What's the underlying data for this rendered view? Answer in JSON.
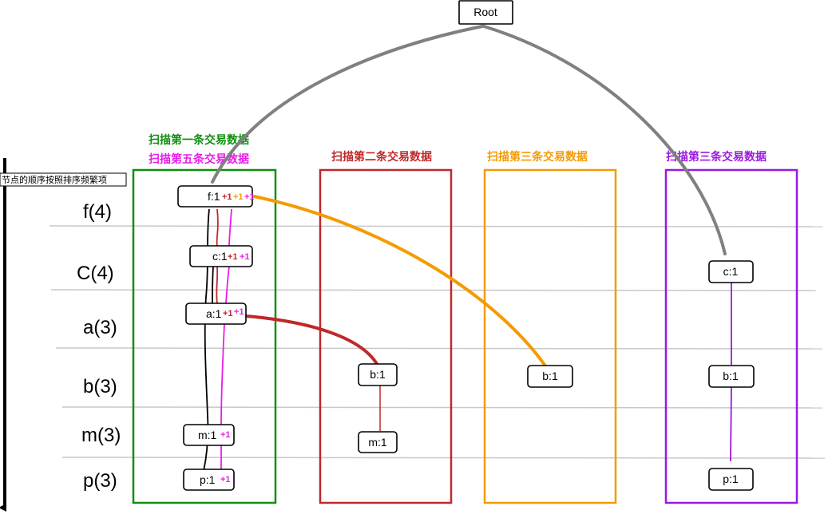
{
  "root_label": "Root",
  "axis_label": "节点的顺序按照排序频繁项",
  "row_labels": [
    "f(4)",
    "C(4)",
    "a(3)",
    "b(3)",
    "m(3)",
    "p(3)"
  ],
  "captions": {
    "green_1": "扫描第一条交易数据",
    "green_2": "扫描第五条交易数据",
    "red": "扫描第二条交易数据",
    "orange": "扫描第三条交易数据",
    "purple": "扫描第三条交易数据"
  },
  "nodes": {
    "f": "f:1",
    "c": "c:1",
    "a": "a:1",
    "m": "m:1",
    "p": "p:1",
    "red_b": "b:1",
    "red_m": "m:1",
    "orange_b": "b:1",
    "purple_c": "c:1",
    "purple_b": "b:1",
    "purple_p": "p:1"
  },
  "plus": "+1",
  "colors": {
    "green": "#0f8f0f",
    "red": "#c0282b",
    "orange": "#f59a00",
    "purple": "#9b18e0",
    "magenta": "#e81ee8",
    "gray": "#808080",
    "separator": "#c8c8c8"
  }
}
